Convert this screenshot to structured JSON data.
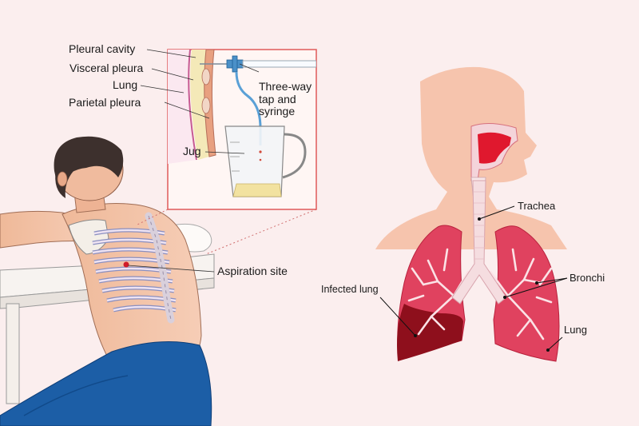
{
  "procedure_labels": {
    "pleural_cavity": "Pleural cavity",
    "visceral_pleura": "Visceral pleura",
    "lung": "Lung",
    "parietal_pleura": "Parietal pleura",
    "three_way_tap": "Three-way\ntap and\nsyringe",
    "jug": "Jug",
    "aspiration_site": "Aspiration site"
  },
  "anatomy_labels": {
    "trachea": "Trachea",
    "bronchi": "Bronchi",
    "infected_lung": "Infected lung",
    "lung": "Lung"
  },
  "colors": {
    "background": "#fbeeee",
    "skin": "#f6c4ad",
    "lung": "#e0425f",
    "infected": "#8e0f1c",
    "trachea": "#f5dde0",
    "inset_border": "#e05a5a",
    "trousers": "#1c5ea6"
  }
}
